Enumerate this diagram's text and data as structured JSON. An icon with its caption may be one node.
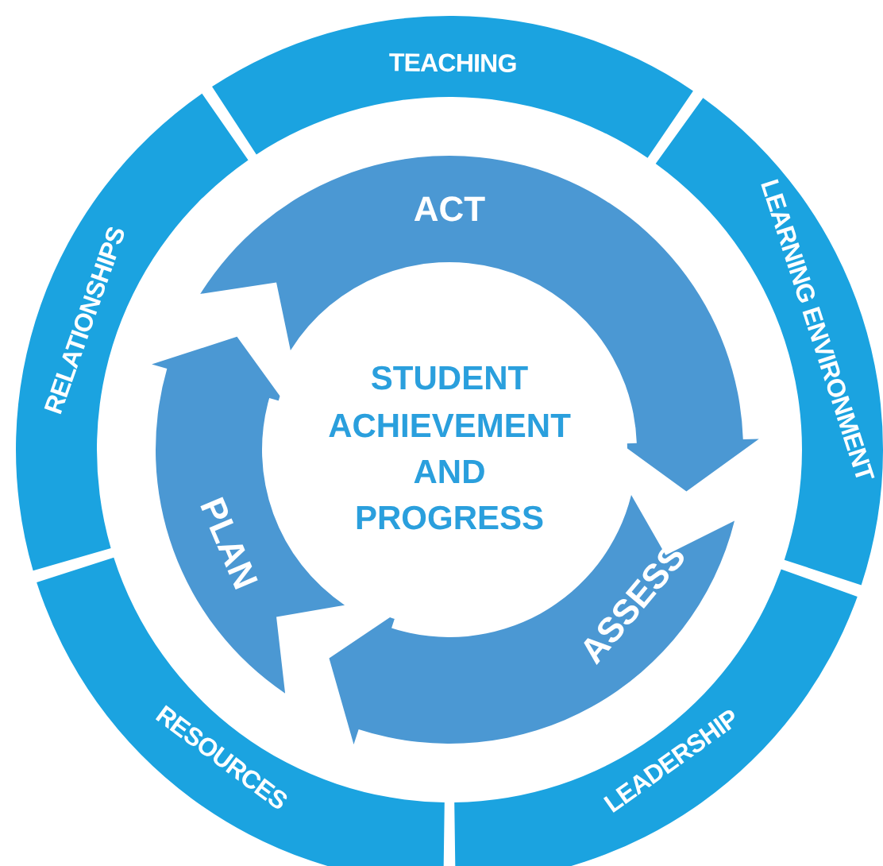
{
  "diagram": {
    "nodes": [
      {
        "text": [
          "STUDENT ACHIEVEMENT AND PROGRESS"
        ]
      },
      {
        "text": [
          "ACT"
        ]
      },
      {
        "text": [
          "ASSESS"
        ]
      },
      {
        "text": [
          "PLAN"
        ]
      },
      {
        "text": [
          "TEACHING"
        ]
      },
      {
        "text": [
          "LEARNING ENVIRONMENT"
        ]
      },
      {
        "text": [
          "LEADERSHIP"
        ]
      },
      {
        "text": [
          "RESOURCES"
        ]
      },
      {
        "text": [
          "RELATIONSHIPS"
        ]
      }
    ]
  }
}
